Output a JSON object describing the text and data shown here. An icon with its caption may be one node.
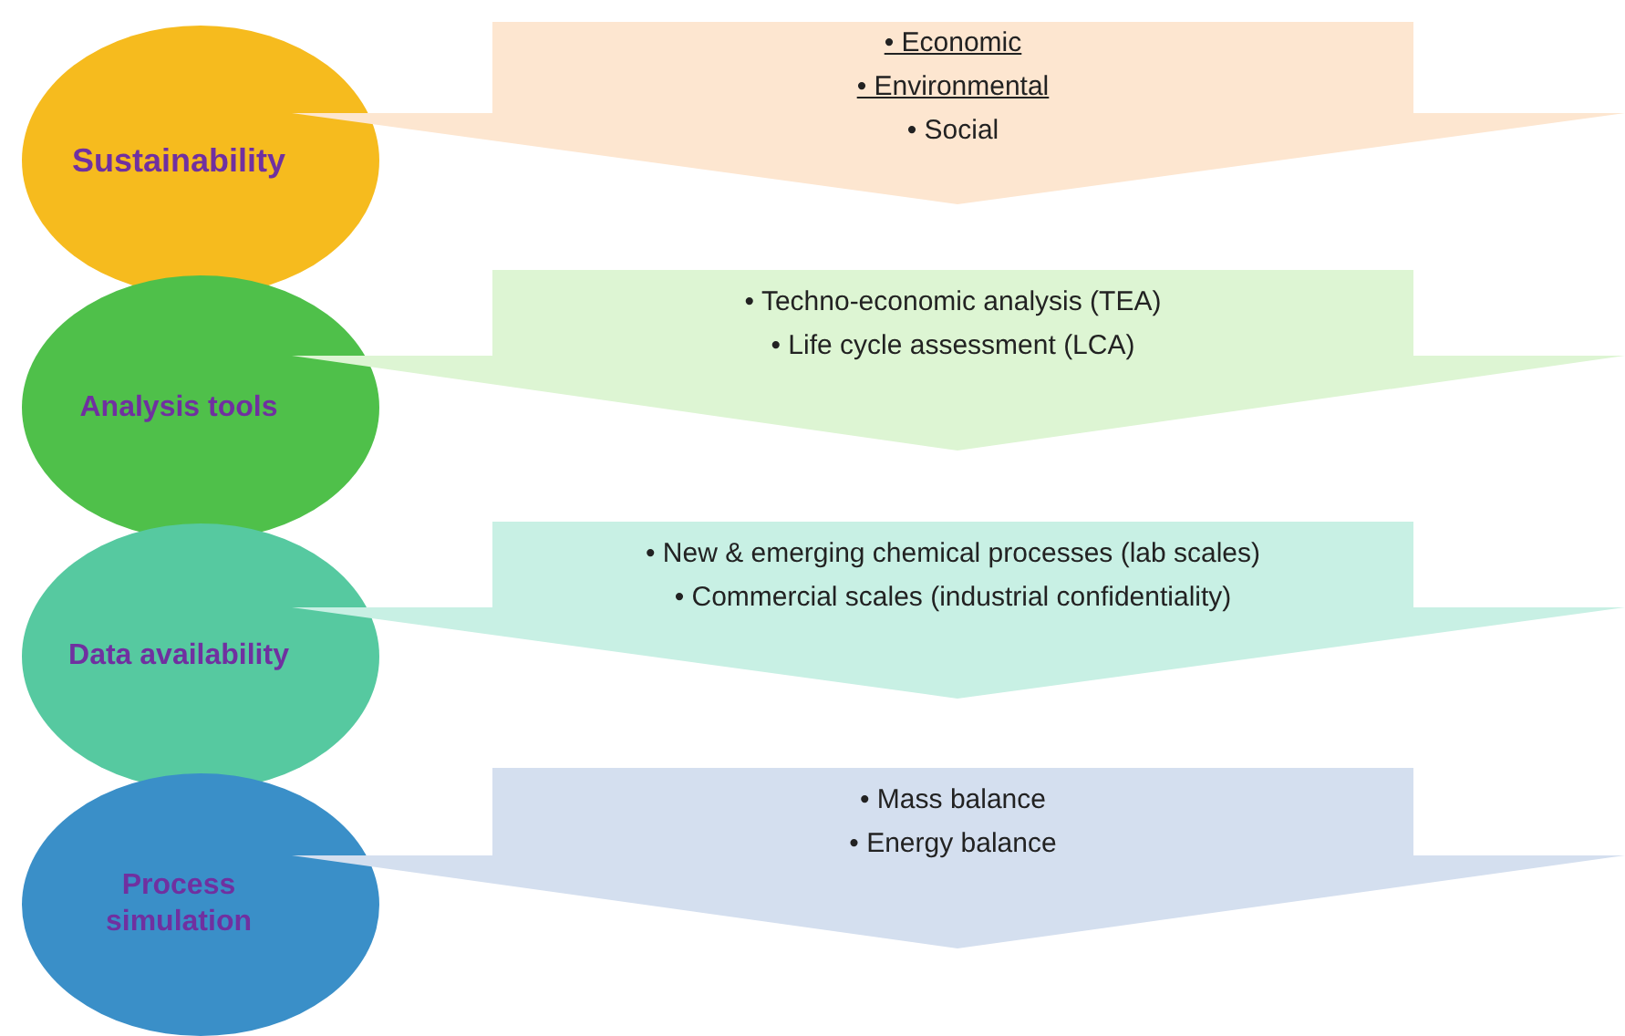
{
  "diagram": {
    "nodes": [
      {
        "text": [
          "Sustainability"
        ]
      },
      {
        "text": [
          "• Economic",
          "• Environmental",
          "• Social"
        ]
      },
      {
        "text": [
          "Analysis tools"
        ]
      },
      {
        "text": [
          "• Techno-economic analysis (TEA)",
          "• Life cycle assessment (LCA)"
        ]
      },
      {
        "text": [
          "Data availability"
        ]
      },
      {
        "text": [
          "• New & emerging chemical processes (lab scales)",
          "• Commercial scales (industrial confidentiality)"
        ]
      },
      {
        "text": [
          "Process simulation"
        ]
      },
      {
        "text": [
          "• Mass balance",
          "• Energy balance"
        ]
      }
    ]
  }
}
